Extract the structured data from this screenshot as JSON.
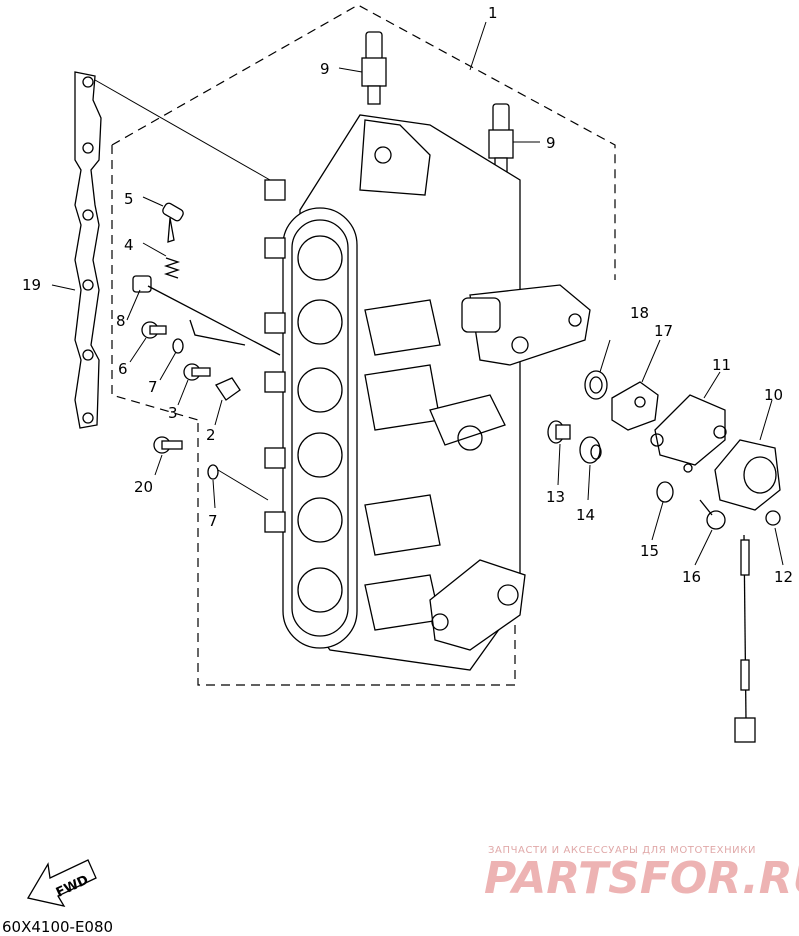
{
  "diagram": {
    "callouts": [
      "1",
      "2",
      "3",
      "4",
      "5",
      "6",
      "7",
      "8",
      "9",
      "9",
      "10",
      "11",
      "12",
      "13",
      "14",
      "15",
      "16",
      "17",
      "18",
      "19",
      "20",
      "7"
    ],
    "diagram_code": "60X4100-E080",
    "fwd_label": "FWD"
  },
  "watermark": {
    "tagline": "ЗАПЧАСТИ И АКСЕССУАРЫ ДЛЯ МОТОТЕХНИКИ",
    "brand": "PARTSFOR.RU",
    "color": "#e79a9a"
  }
}
